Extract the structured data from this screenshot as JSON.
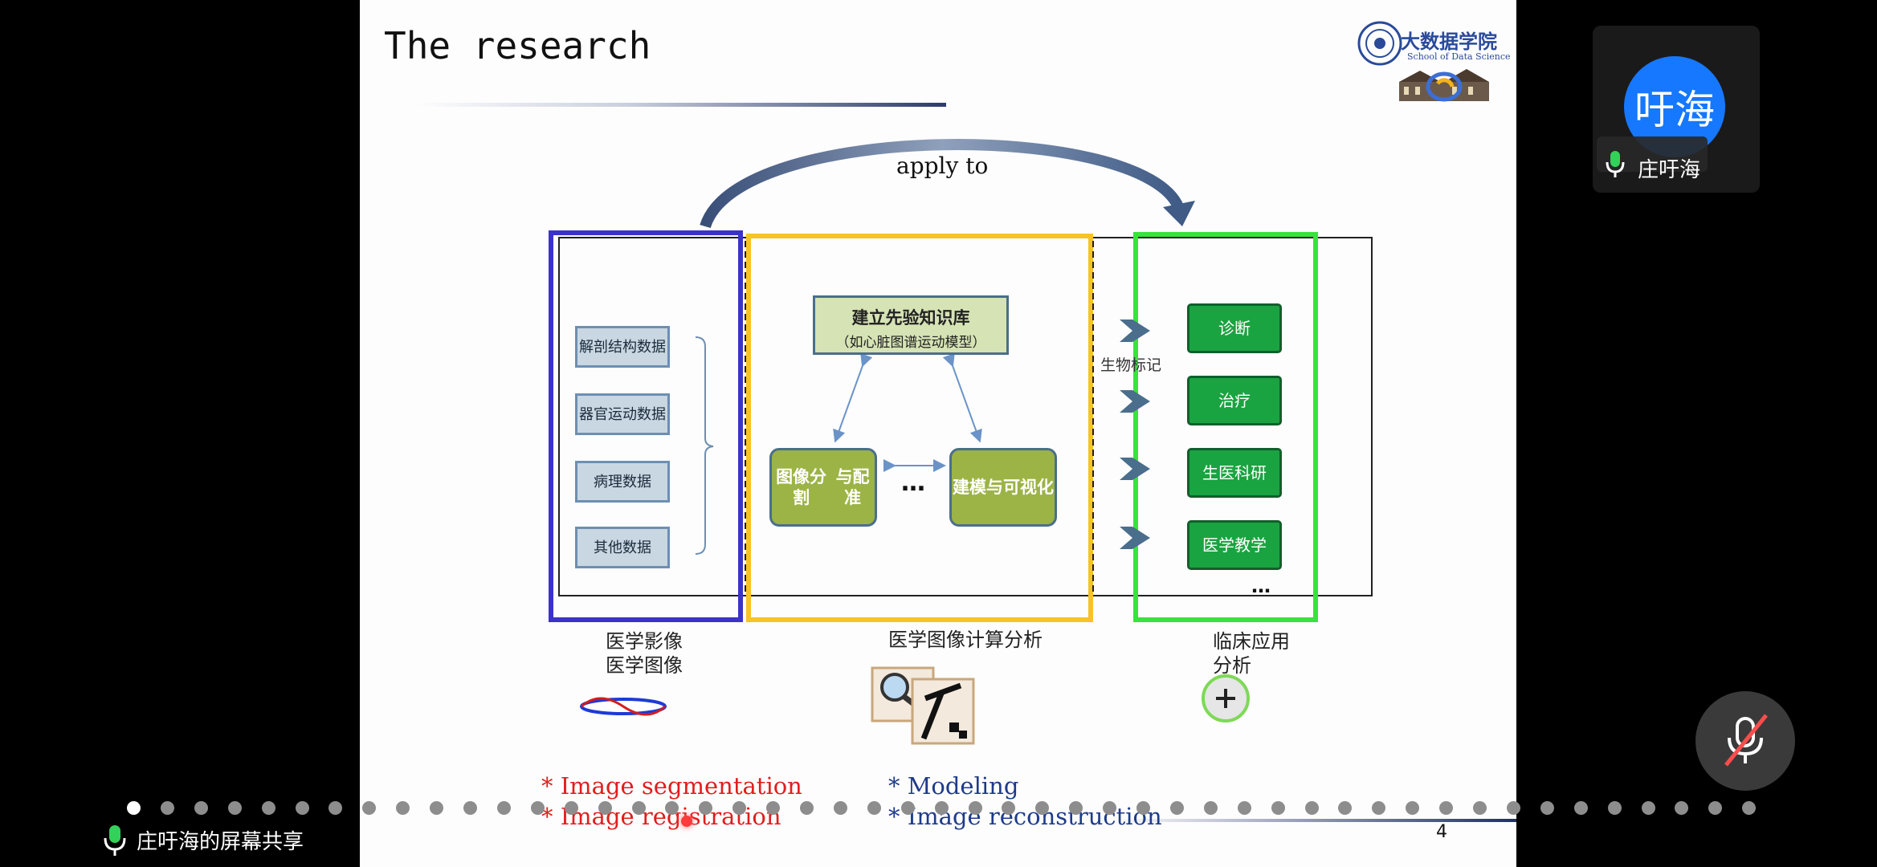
{
  "slide": {
    "title": "The research",
    "logo_cn": "大数据学院",
    "logo_en": "School of Data Science",
    "apply_to": "apply to",
    "left_items": [
      "解剖结构数据",
      "器官运动数据",
      "病理数据",
      "其他数据"
    ],
    "left_item_lines": [
      [
        "解剖结构",
        "数据"
      ],
      [
        "器官运动",
        "数据"
      ],
      [
        "病理数据"
      ],
      [
        "其他数据"
      ]
    ],
    "prior_knowledge": {
      "line1": "建立先验知识库",
      "line2": "（如心脏图谱运动模型）"
    },
    "segmentation": {
      "line1": "图像分割",
      "line2": "与配准"
    },
    "modeling": {
      "line1": "建模与",
      "line2": "可视化"
    },
    "middle_ellipsis": "…",
    "biomarker": "生物标记",
    "right_items": [
      {
        "line1": "诊断",
        "line2": ""
      },
      {
        "line1": "治疗",
        "line2": ""
      },
      {
        "line1": "生医",
        "line2": "科研"
      },
      {
        "line1": "医学",
        "line2": "教学"
      }
    ],
    "right_ellipsis": "…",
    "caption_left": {
      "line1": "医学影像",
      "line2": "医学图像"
    },
    "caption_mid": "医学图像计算分析",
    "caption_right": {
      "line1": "临床应用",
      "line2": "分析"
    },
    "bullets_red": [
      "* Image segmentation",
      "* Image registration"
    ],
    "bullets_blue": [
      "* Modeling",
      "* Image reconstruction"
    ],
    "page_number": "4",
    "box_colors": {
      "blue": "#3b33c9",
      "yellow": "#f7c325",
      "green": "#39e23c"
    }
  },
  "carousel": {
    "total_pages": 49,
    "active_index": 0
  },
  "participant": {
    "avatar_text": "吁海",
    "name": "庄吁海",
    "mic": "on"
  },
  "screen_share": {
    "label": "庄吁海的屏幕共享"
  },
  "controls": {
    "mute_state": "muted"
  }
}
